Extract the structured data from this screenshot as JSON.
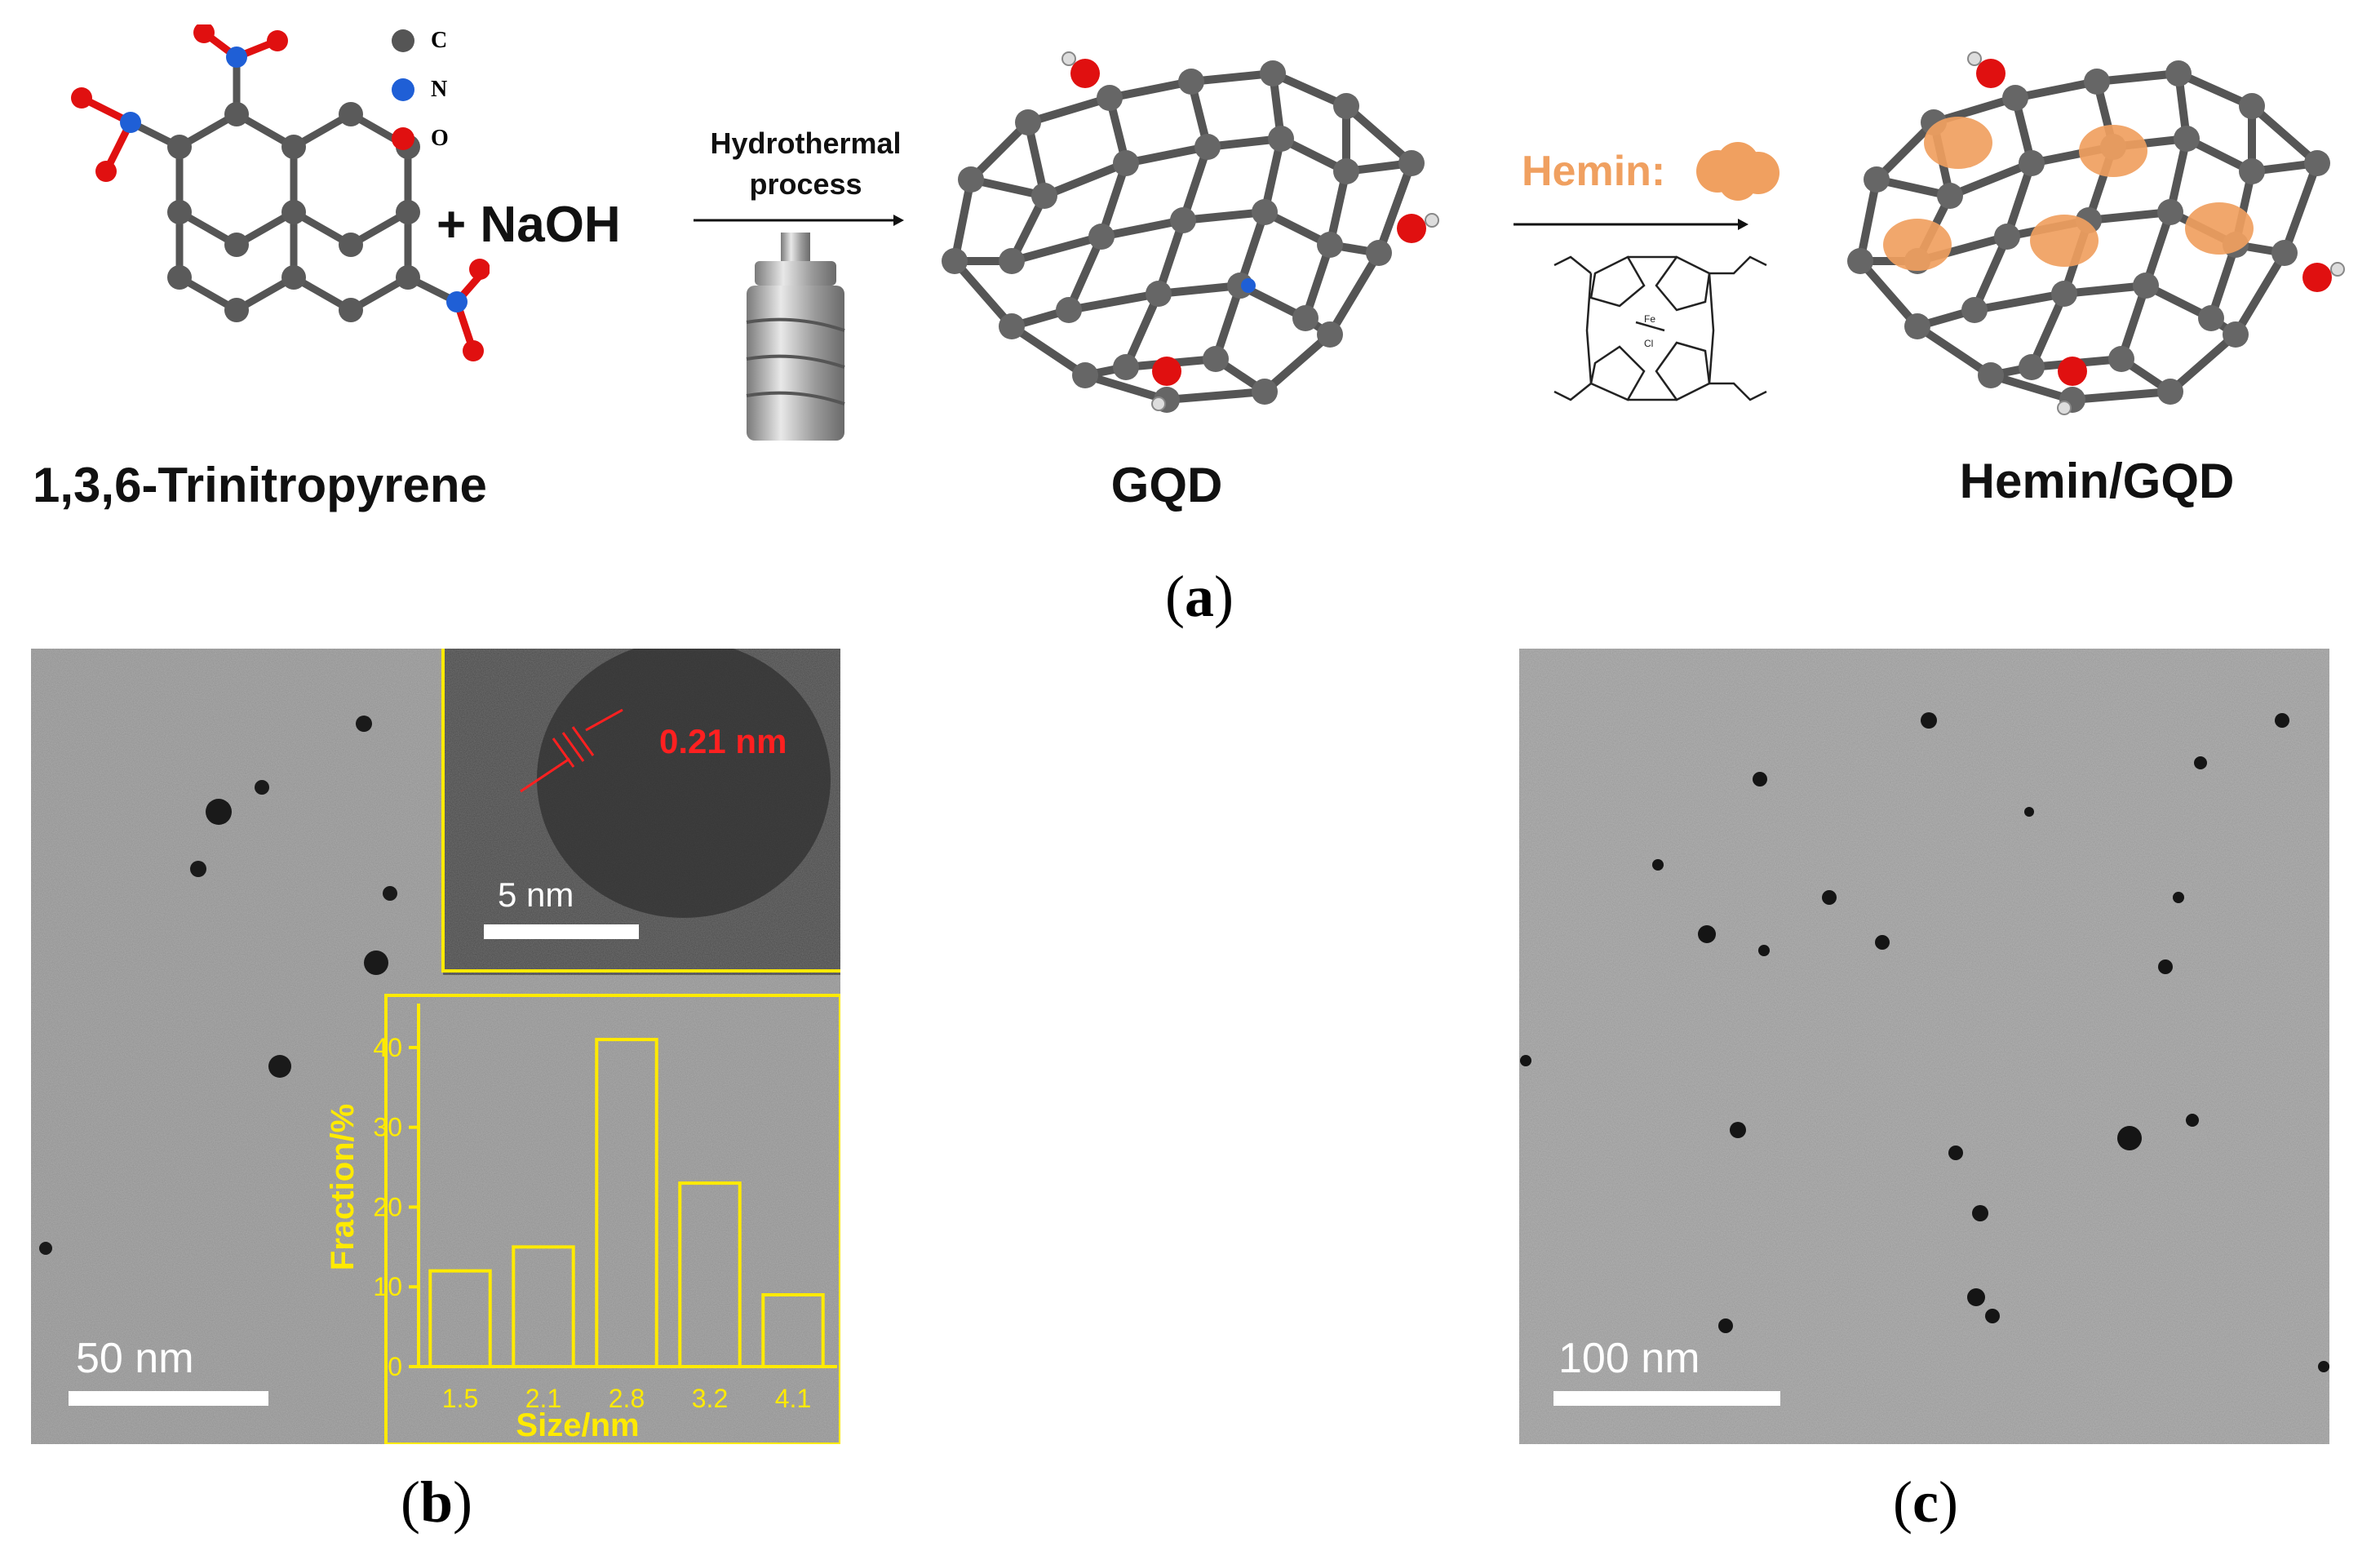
{
  "scheme": {
    "legend": [
      {
        "symbol": "C",
        "color": "#555555"
      },
      {
        "symbol": "N",
        "color": "#1f5fd6"
      },
      {
        "symbol": "O",
        "color": "#e01010"
      }
    ],
    "reagent": "+ NaOH",
    "step1_label_line1": "Hydrothermal",
    "step1_label_line2": "process",
    "step2_label": "Hemin:",
    "hemin_color": "#f0a060",
    "precursor_name": "1,3,6-Trinitropyrene",
    "product1_name": "GQD",
    "product2_name": "Hemin/GQD"
  },
  "panel_a_label": "a",
  "panel_b": {
    "label": "b",
    "scale_bar": "50 nm",
    "inset_hrtem_scale": "5 nm",
    "lattice_spacing": "0.21 nm",
    "histogram": {
      "chart_data": {
        "type": "bar",
        "categories": [
          "1.5",
          "2.1",
          "2.8",
          "3.2",
          "4.1"
        ],
        "values": [
          12,
          15,
          41,
          23,
          9
        ],
        "xlabel": "Size/nm",
        "ylabel": "Fraction/%",
        "yticks": [
          "0",
          "10",
          "20",
          "30",
          "40"
        ],
        "ylim": [
          0,
          45
        ],
        "color": "#ffea00"
      }
    }
  },
  "panel_c": {
    "label": "c",
    "scale_bar": "100 nm"
  }
}
